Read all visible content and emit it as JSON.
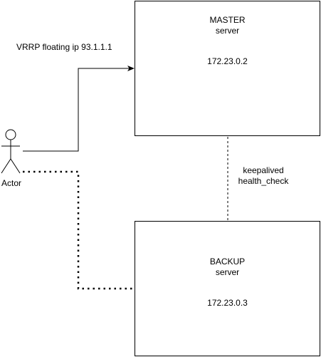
{
  "edge_labels": {
    "vrrp": "VRRP floating ip 93.1.1.1",
    "health_line1": "keepalived",
    "health_line2": "health_check"
  },
  "actor": {
    "label": "Actor"
  },
  "master": {
    "title": "MASTER",
    "subtitle": "server",
    "ip": "172.23.0.2"
  },
  "backup": {
    "title": "BACKUP",
    "subtitle": "server",
    "ip": "172.23.0.3"
  },
  "colors": {
    "stroke": "#000000",
    "background": "#ffffff"
  }
}
